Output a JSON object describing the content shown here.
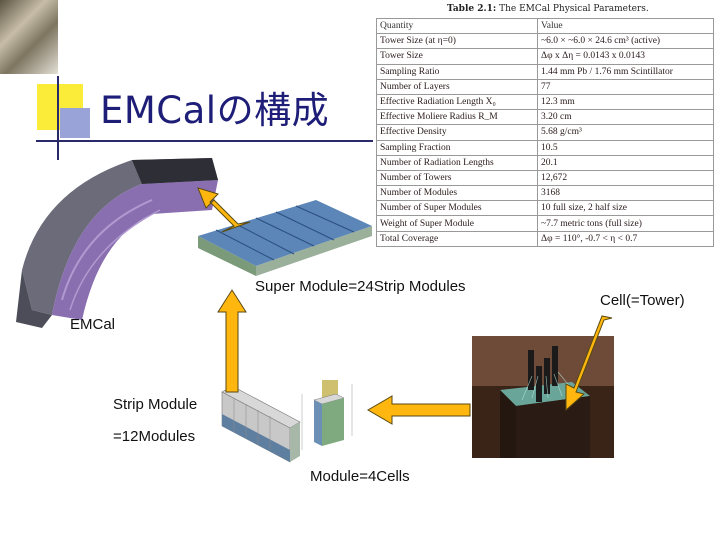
{
  "slide": {
    "title": "EMCalの構成"
  },
  "table": {
    "caption_bold": "Table 2.1:",
    "caption_rest": " The EMCal Physical Parameters.",
    "headers": [
      "Quantity",
      "Value"
    ],
    "rows": [
      [
        "Tower Size (at η=0)",
        "~6.0 × ~6.0 × 24.6 cm³ (active)"
      ],
      [
        "Tower Size",
        "Δφ x Δη = 0.0143 x 0.0143"
      ],
      [
        "Sampling Ratio",
        "1.44 mm Pb / 1.76 mm Scintillator"
      ],
      [
        "Number of Layers",
        "77"
      ],
      [
        "Effective Radiation Length X₀",
        "12.3 mm"
      ],
      [
        "Effective Moliere Radius R_M",
        "3.20 cm"
      ],
      [
        "Effective Density",
        "5.68 g/cm³"
      ],
      [
        "Sampling Fraction",
        "10.5"
      ],
      [
        "Number of Radiation Lengths",
        "20.1"
      ],
      [
        "Number of Towers",
        "12,672"
      ],
      [
        "Number of Modules",
        "3168"
      ],
      [
        "Number of Super Modules",
        "10 full size, 2 half size"
      ],
      [
        "Weight of Super Module",
        "~7.7 metric tons (full size)"
      ],
      [
        "Total Coverage",
        "Δφ = 110°, -0.7 < η < 0.7"
      ]
    ]
  },
  "labels": {
    "super_module": "Super Module=24Strip Modules",
    "emcal": "EMCal",
    "cell": "Cell(=Tower)",
    "strip_module_1": "Strip Module",
    "strip_module_2": "=12Modules",
    "module": "Module=4Cells"
  },
  "colors": {
    "title": "#1e1e78",
    "arrow_fill": "#ffb70f",
    "arrow_stroke": "#5a4a10",
    "title_square_yellow": "#fcec3a",
    "title_square_blue": "#9aa3d8"
  },
  "images": {
    "top_left": "detector-photo",
    "emcal": "emcal-3d-drawing",
    "super_module": "super-module-3d-drawing",
    "strip_module": "strip-module-drawing",
    "module": "module-drawing",
    "cell": "cell-photo"
  }
}
